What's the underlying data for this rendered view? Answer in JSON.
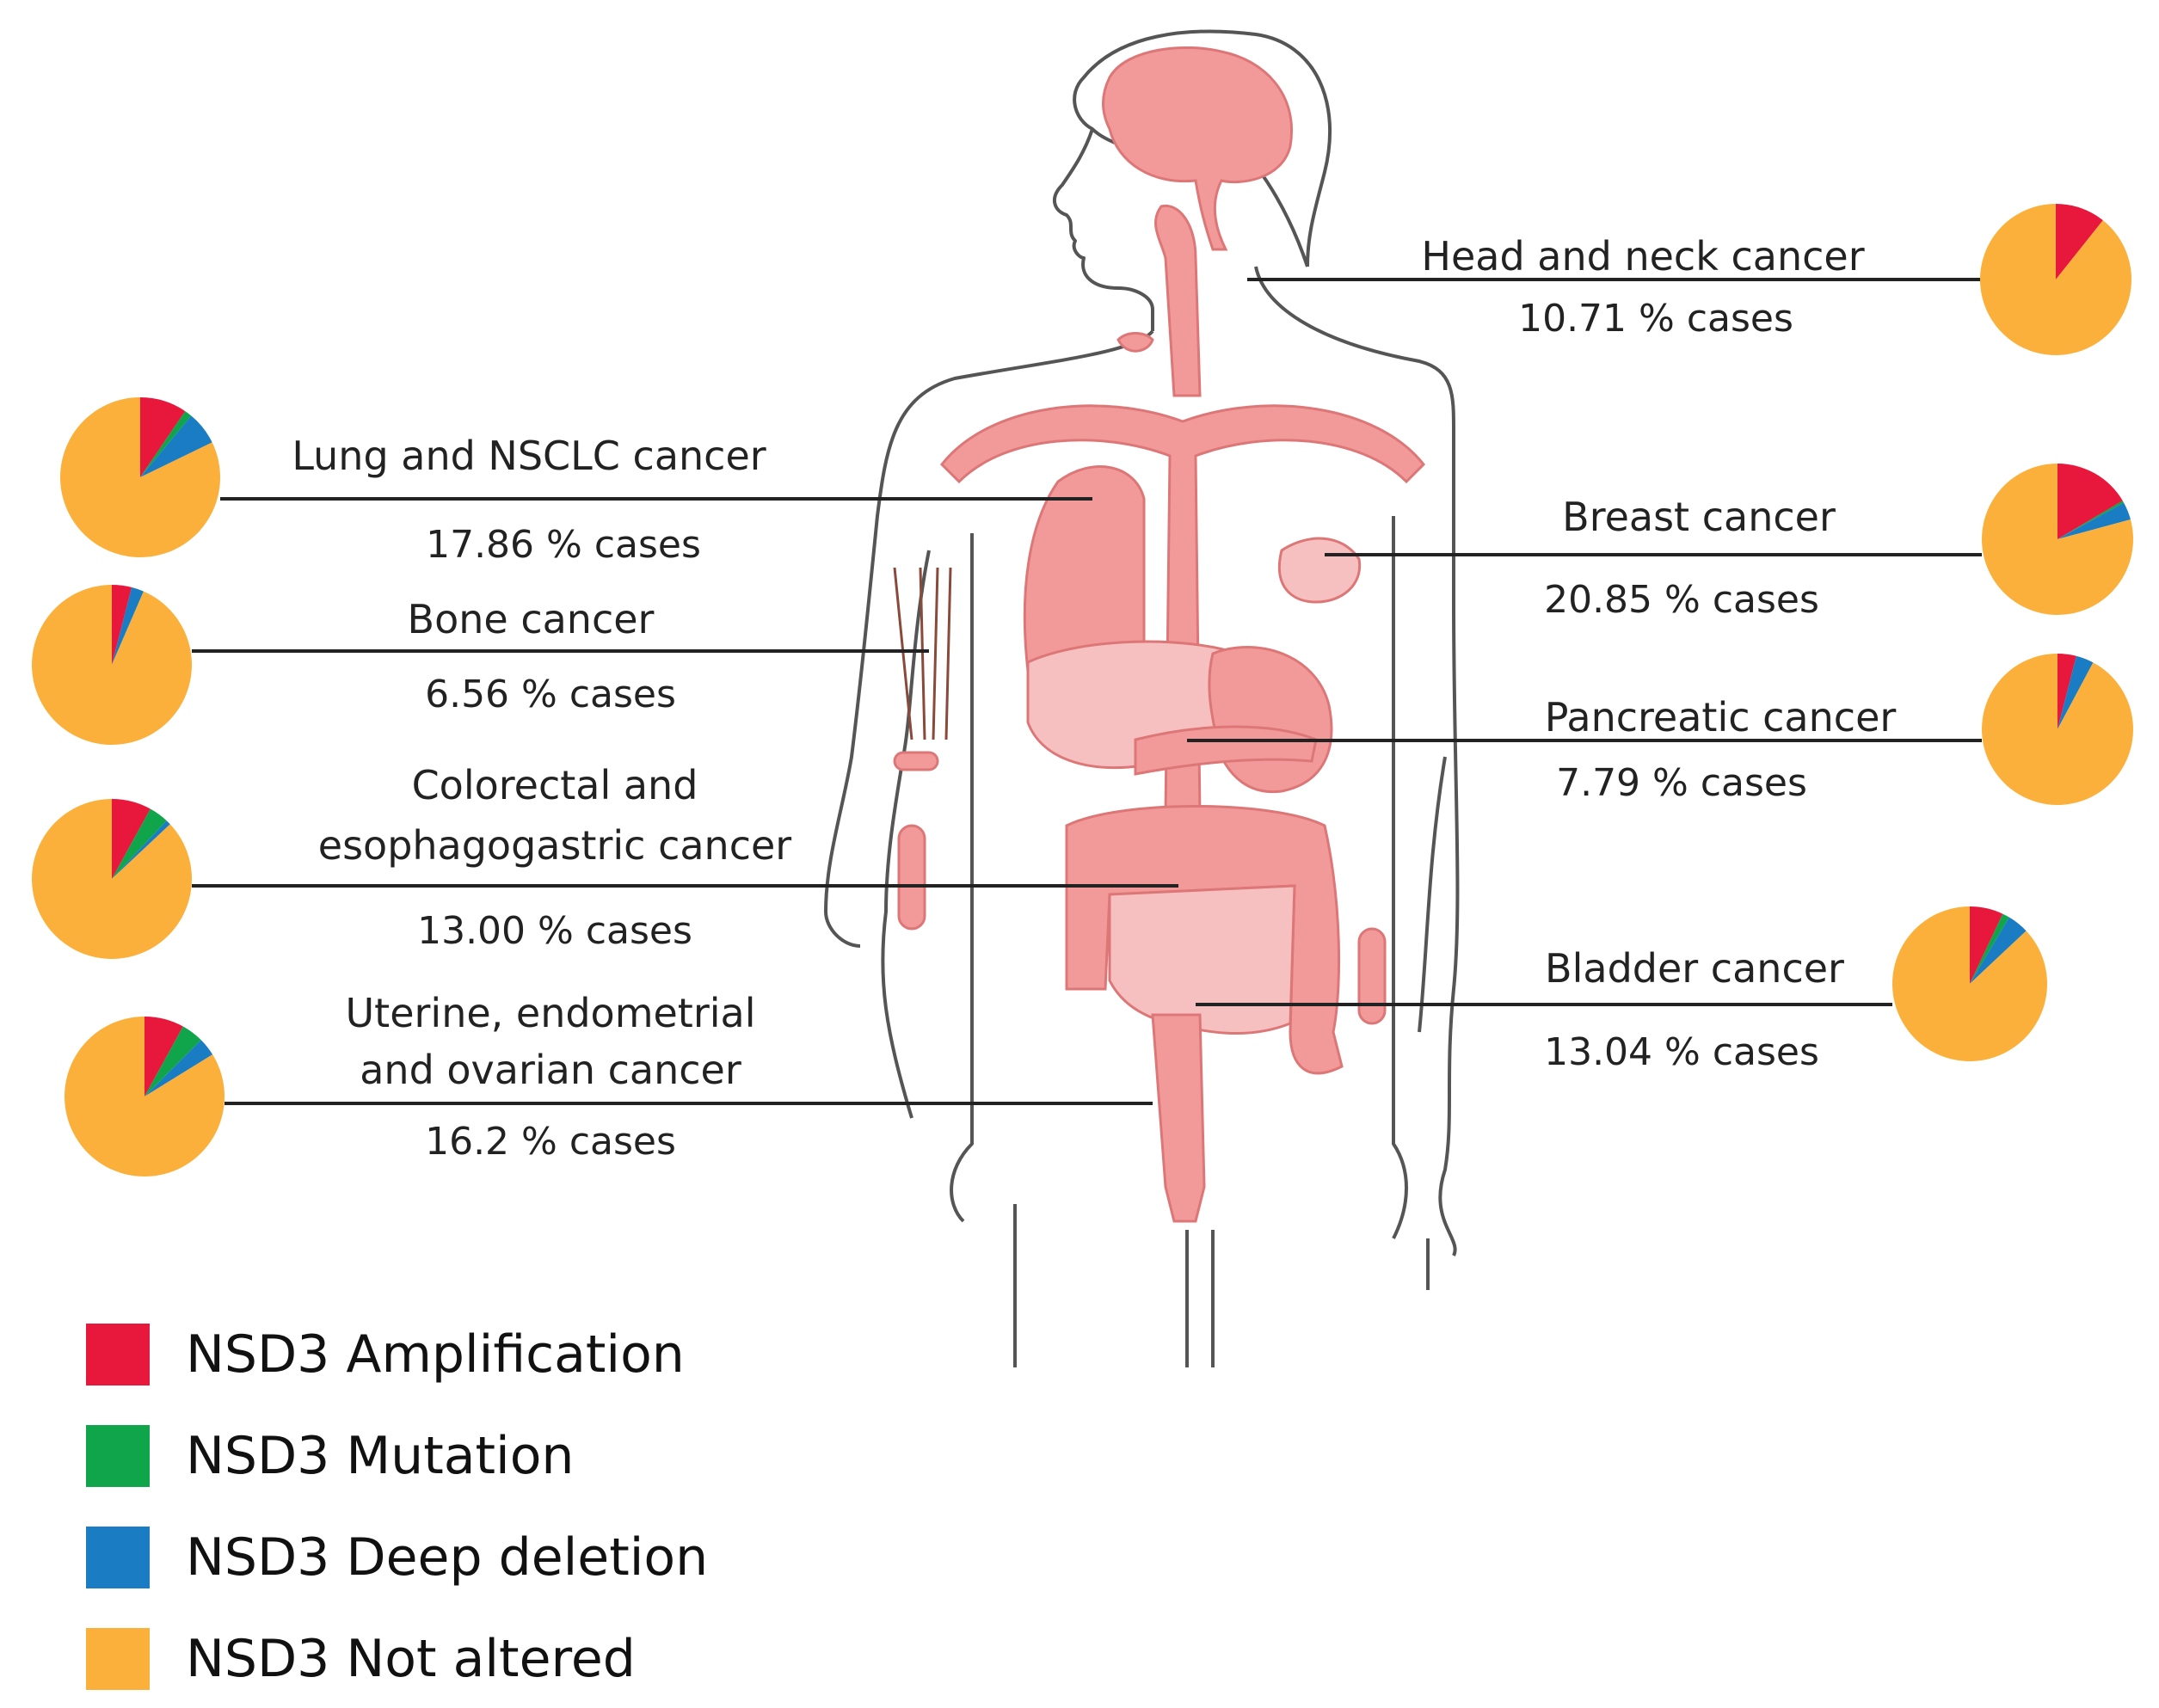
{
  "diagram": {
    "cancers": [
      {
        "id": "head-neck",
        "name": "Head and neck cancer",
        "cases": "10.71 % cases",
        "slices": {
          "amplification": 10.71,
          "mutation": 0,
          "deep_deletion": 0,
          "not_altered": 89.29
        }
      },
      {
        "id": "lung",
        "name": "Lung and NSCLC cancer",
        "cases": "17.86 % cases",
        "slices": {
          "amplification": 9.5,
          "mutation": 1.5,
          "deep_deletion": 6.8,
          "not_altered": 82.2
        }
      },
      {
        "id": "breast",
        "name": "Breast cancer",
        "cases": "20.85 % cases",
        "slices": {
          "amplification": 16.5,
          "mutation": 0.5,
          "deep_deletion": 3.8,
          "not_altered": 79.2
        }
      },
      {
        "id": "bone",
        "name": "Bone cancer",
        "cases": "6.56 % cases",
        "slices": {
          "amplification": 4.0,
          "mutation": 0,
          "deep_deletion": 2.5,
          "not_altered": 93.5
        }
      },
      {
        "id": "pancreatic",
        "name": "Pancreatic cancer",
        "cases": "7.79 % cases",
        "slices": {
          "amplification": 4.0,
          "mutation": 0,
          "deep_deletion": 3.8,
          "not_altered": 92.2
        }
      },
      {
        "id": "colorectal",
        "name": "Colorectal and esophagogastric cancer",
        "name_lines": [
          "Colorectal and",
          "esophagogastric cancer"
        ],
        "cases": "13.00 % cases",
        "slices": {
          "amplification": 8.0,
          "mutation": 4.0,
          "deep_deletion": 1.0,
          "not_altered": 87.0
        }
      },
      {
        "id": "bladder",
        "name": "Bladder cancer",
        "cases": "13.04 % cases",
        "slices": {
          "amplification": 7.0,
          "mutation": 1.5,
          "deep_deletion": 4.5,
          "not_altered": 87.0
        }
      },
      {
        "id": "uterine",
        "name": "Uterine, endometrial and ovarian cancer",
        "name_lines": [
          "Uterine, endometrial",
          "and ovarian cancer"
        ],
        "cases": "16.2 % cases",
        "slices": {
          "amplification": 8.0,
          "mutation": 4.5,
          "deep_deletion": 3.7,
          "not_altered": 83.8
        }
      }
    ]
  },
  "legend": [
    {
      "key": "amplification",
      "label": "NSD3 Amplification",
      "color": "#e8173c"
    },
    {
      "key": "mutation",
      "label": "NSD3 Mutation",
      "color": "#10a54a"
    },
    {
      "key": "deep_deletion",
      "label": "NSD3 Deep deletion",
      "color": "#1a7dc4"
    },
    {
      "key": "not_altered",
      "label": "NSD3 Not altered",
      "color": "#fbb03b"
    }
  ],
  "colors": {
    "organ": "#f29a9a",
    "organ_light": "#f7c0c0",
    "outline": "#555555"
  }
}
